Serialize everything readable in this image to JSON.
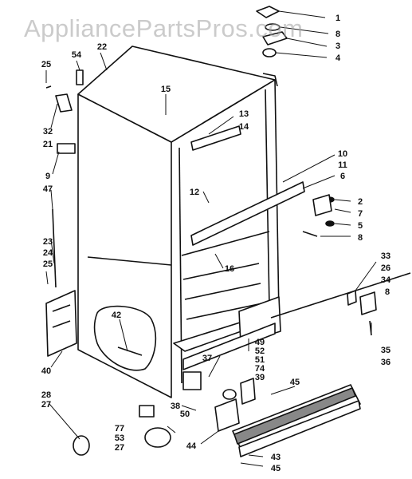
{
  "watermark": "AppliancePartsPros.com",
  "callouts": [
    "1",
    "8",
    "3",
    "4",
    "25",
    "54",
    "22",
    "15",
    "13",
    "14",
    "32",
    "21",
    "9",
    "47",
    "23",
    "24",
    "25",
    "10",
    "11",
    "6",
    "12",
    "2",
    "7",
    "5",
    "8",
    "16",
    "33",
    "26",
    "34",
    "8",
    "42",
    "35",
    "36",
    "49",
    "52",
    "51",
    "74",
    "39",
    "37",
    "40",
    "28",
    "27",
    "45",
    "38",
    "50",
    "77",
    "53",
    "27",
    "44",
    "43",
    "45"
  ],
  "colors": {
    "line": "#111111",
    "background": "#ffffff",
    "watermark": "#a0a0a0"
  }
}
